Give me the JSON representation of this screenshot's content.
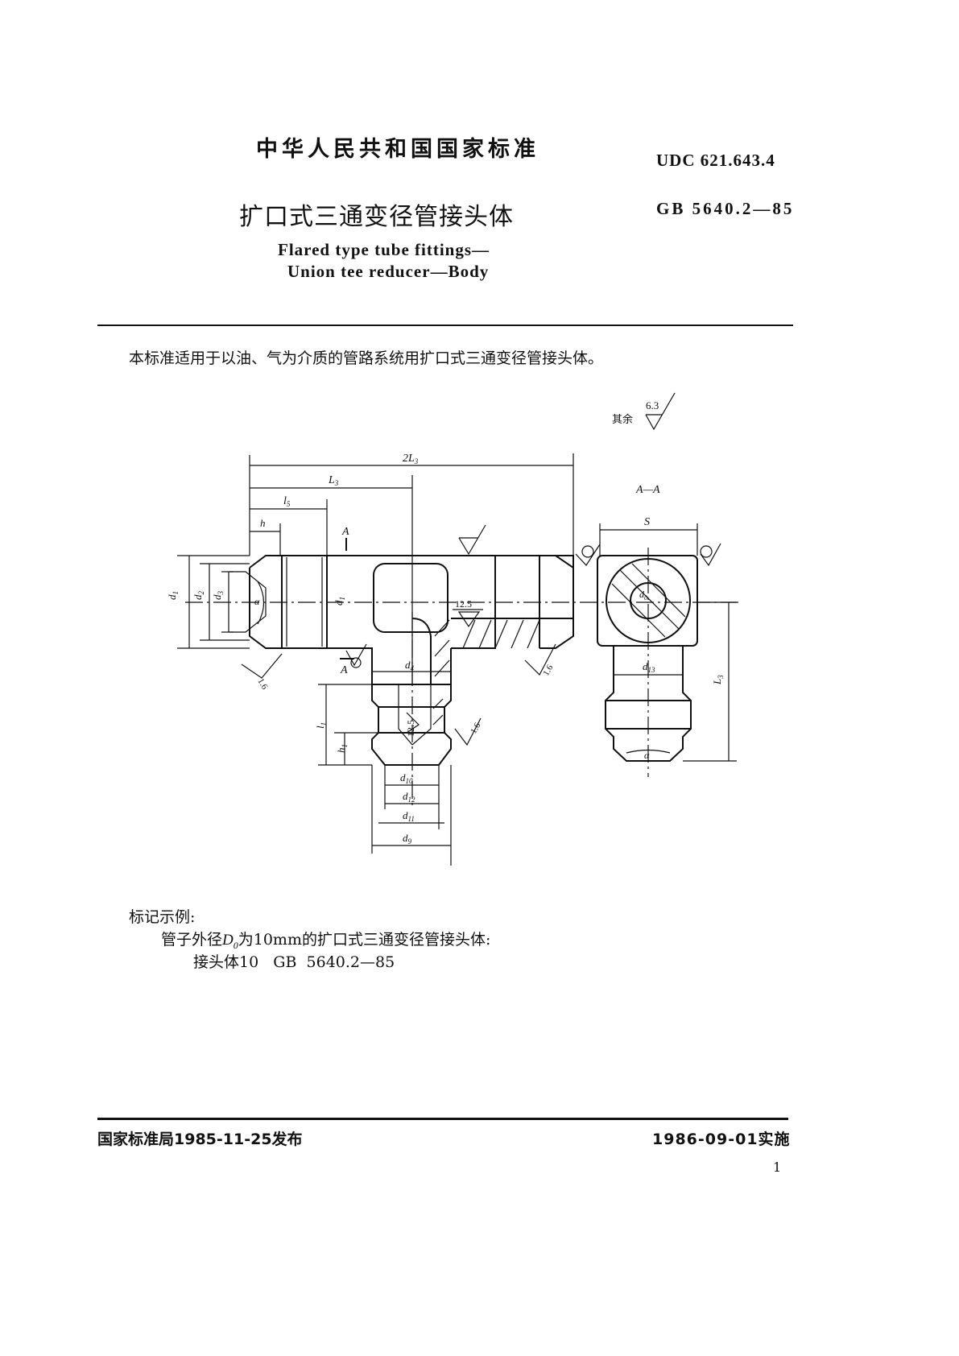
{
  "header": {
    "national_standard": "中华人民共和国国家标准",
    "udc": "UDC 621.643.4",
    "title_cn": "扩口式三通变径管接头体",
    "standard_no": "GB 5640.2—85",
    "title_en_line1": "Flared type tube fittings—",
    "title_en_line2": "Union tee reducer—Body"
  },
  "scope_text": "本标准适用于以油、气为介质的管路系统用扩口式三通变径管接头体。",
  "drawing": {
    "roughness_note": "其余",
    "roughness_default": "6.3",
    "roughness_12_5": "12.5",
    "roughness_1_6": "1.6",
    "section_label": "A—A",
    "section_marker": "A",
    "dims": {
      "two_l3": "2L",
      "two_l3_sub": "3",
      "l3": "L",
      "l3_sub": "3",
      "l5": "l",
      "l5_sub": "5",
      "h": "h",
      "d1": "d",
      "d1_sub": "1",
      "d2": "d",
      "d2_sub": "2",
      "d3": "d",
      "d3_sub": "3",
      "alpha": "α",
      "d_center": "d",
      "d_center_sub": "1",
      "d4": "d",
      "d4_sub": "4",
      "l1": "l",
      "l1_sub": "1",
      "h1": "h",
      "h1_sub": "1",
      "d10": "d",
      "d10_sub": "10",
      "d12": "d",
      "d12_sub": "12",
      "d11": "d",
      "d11_sub": "11",
      "d9": "d",
      "d9_sub": "9",
      "s": "S",
      "d0": "d",
      "d0_sub": "0",
      "d13": "d",
      "d13_sub": "13"
    }
  },
  "marking": {
    "heading": "标记示例:",
    "line1_prefix": "管子外径",
    "line1_sym": "D",
    "line1_sub": "0",
    "line1_suffix": "为10mm的扩口式三通变径管接头体:",
    "line2": "接头体10   GB  5640.2—85"
  },
  "footer": {
    "issued": "国家标准局1985-11-25发布",
    "effective": "1986-09-01实施",
    "page_number": "1"
  }
}
